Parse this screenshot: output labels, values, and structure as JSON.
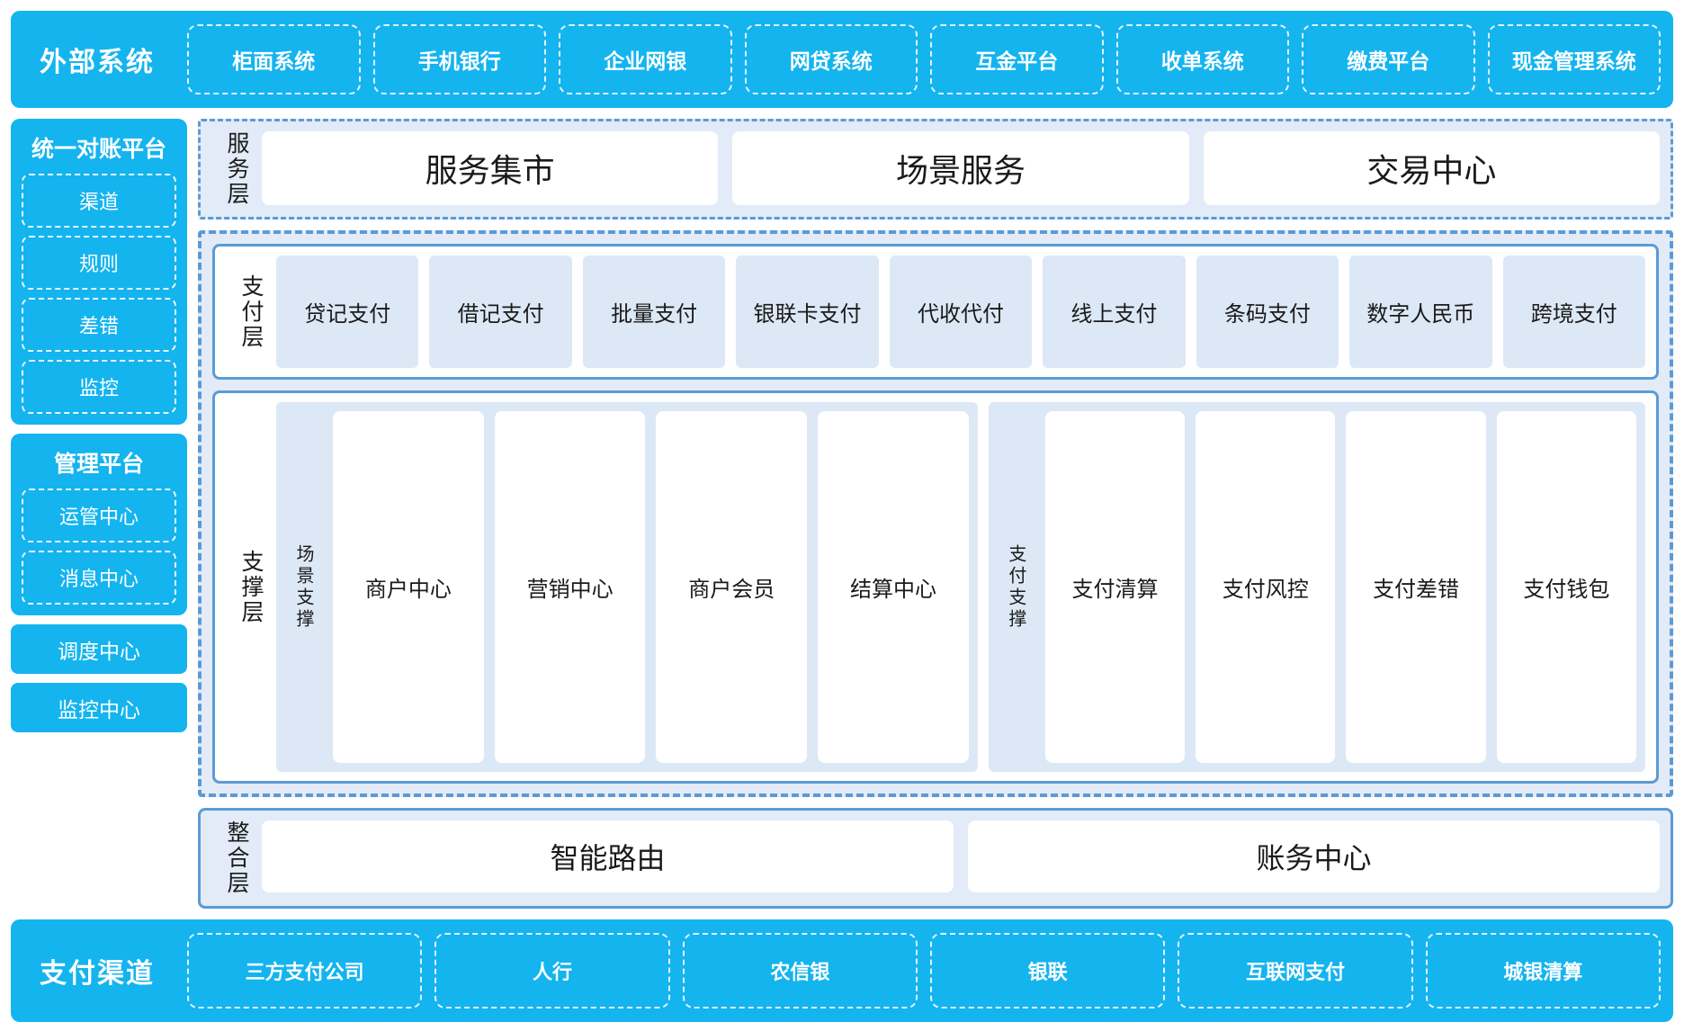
{
  "external_systems": {
    "title": "外部系统",
    "items": [
      "柜面系统",
      "手机银行",
      "企业网银",
      "网贷系统",
      "互金平台",
      "收单系统",
      "缴费平台",
      "现金管理系统"
    ]
  },
  "sidebar": {
    "reconciliation": {
      "title": "统一对账平台",
      "items": [
        "渠道",
        "规则",
        "差错",
        "监控"
      ]
    },
    "management": {
      "title": "管理平台",
      "items": [
        "运管中心",
        "消息中心"
      ]
    },
    "standalone": [
      "调度中心",
      "监控中心"
    ]
  },
  "service_layer": {
    "label": "服务层",
    "cards": [
      "服务集市",
      "场景服务",
      "交易中心"
    ]
  },
  "payment_layer": {
    "label": "支付层",
    "cells": [
      "贷记支付",
      "借记支付",
      "批量支付",
      "银联卡支付",
      "代收代付",
      "线上支付",
      "条码支付",
      "数字人民币",
      "跨境支付"
    ]
  },
  "support_layer": {
    "label": "支撑层",
    "groups": [
      {
        "sublabel": "场景支撑",
        "cells": [
          "商户中心",
          "营销中心",
          "商户会员",
          "结算中心"
        ]
      },
      {
        "sublabel": "支付支撑",
        "cells": [
          "支付清算",
          "支付风控",
          "支付差错",
          "支付钱包"
        ]
      }
    ]
  },
  "integration_layer": {
    "label": "整合层",
    "cards": [
      "智能路由",
      "账务中心"
    ]
  },
  "payment_channels": {
    "title": "支付渠道",
    "items": [
      "三方支付公司",
      "人行",
      "农信银",
      "银联",
      "互联网支付",
      "城银清算"
    ]
  },
  "colors": {
    "cyan": "#14b4ef",
    "dash_blue": "#5b9bd5",
    "cell_blue": "#dde8f6",
    "panel_bg": "#e2ebf7",
    "white": "#ffffff",
    "text": "#1a1a1a"
  }
}
